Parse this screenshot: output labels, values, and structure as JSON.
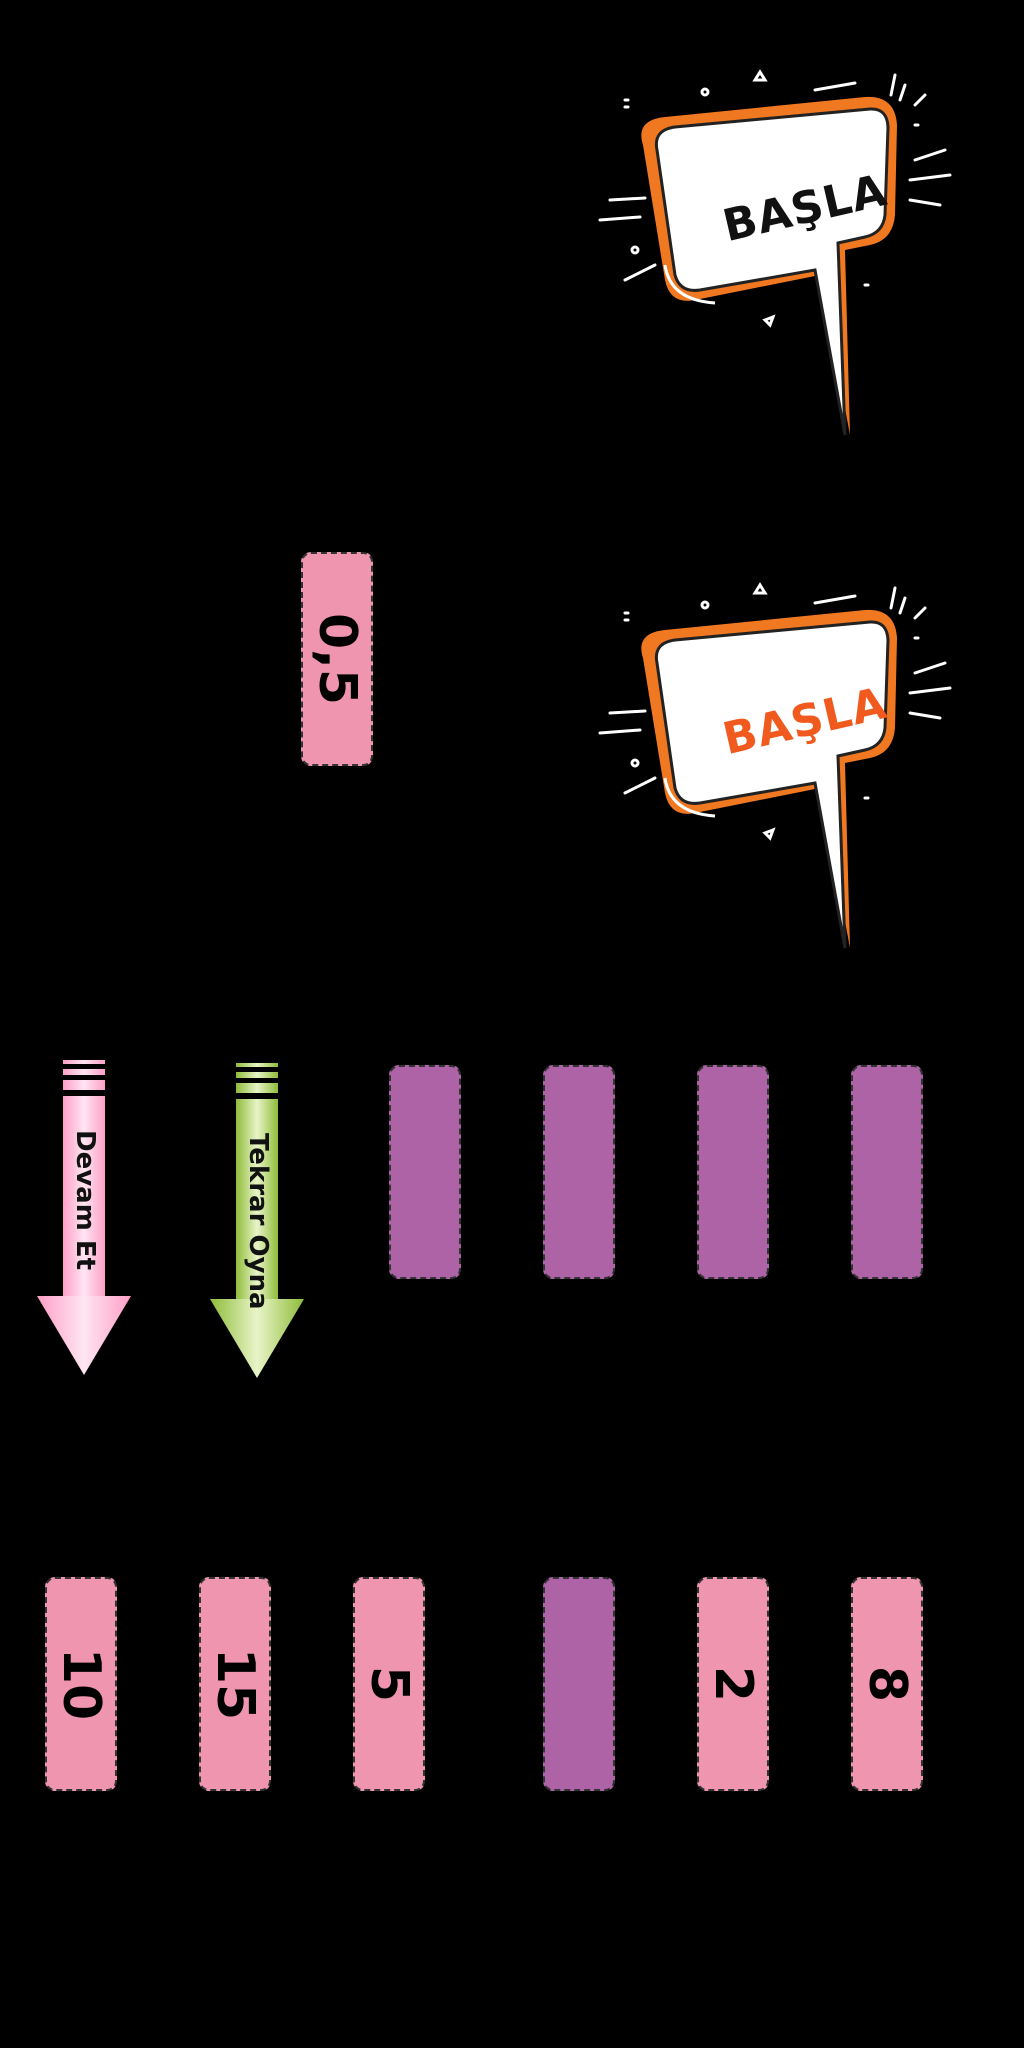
{
  "start_buttons": [
    {
      "label": "BAŞLA",
      "color": "#111111"
    },
    {
      "label": "BAŞLA",
      "color": "#f05a1e"
    }
  ],
  "question_card": {
    "value": "0,5",
    "color": "#ef95b0"
  },
  "nav": {
    "continue_label": "Devam Et",
    "continue_color": "#ffb0d0",
    "replay_label": "Tekrar Oyna",
    "replay_color": "#96c03c"
  },
  "answer_slots": [
    {
      "value": ""
    },
    {
      "value": ""
    },
    {
      "value": ""
    },
    {
      "value": ""
    }
  ],
  "number_cards": [
    {
      "value": "10",
      "state": "pink"
    },
    {
      "value": "15",
      "state": "pink"
    },
    {
      "value": "5",
      "state": "pink"
    },
    {
      "value": "",
      "state": "purple"
    },
    {
      "value": "2",
      "state": "pink"
    },
    {
      "value": "8",
      "state": "pink"
    }
  ],
  "colors": {
    "card_pink": "#ef95b0",
    "card_purple": "#ad63a5",
    "bubble_orange": "#f07820",
    "background": "#000000"
  }
}
